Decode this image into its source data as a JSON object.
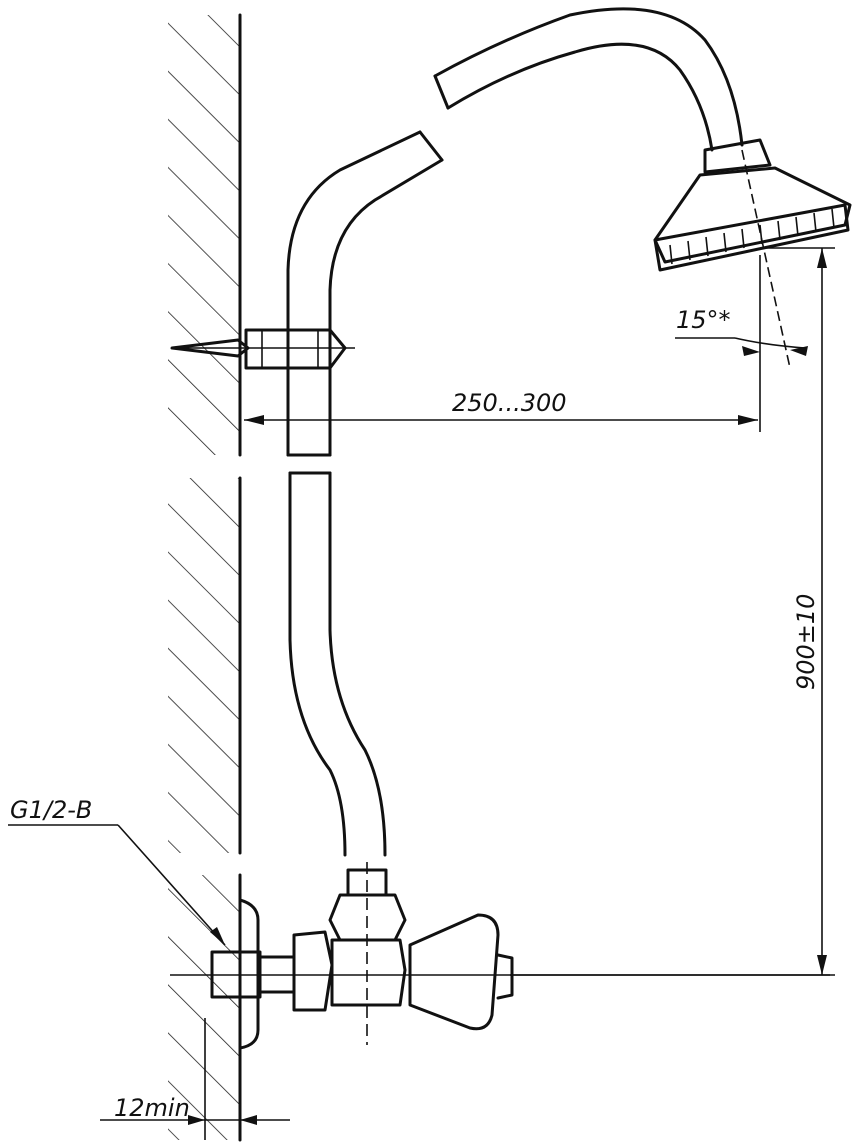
{
  "labels": {
    "thread": "G1/2-B",
    "clearance": "12min",
    "horizontal_reach": "250...300",
    "spray_angle": "15°*",
    "height": "900±10"
  }
}
